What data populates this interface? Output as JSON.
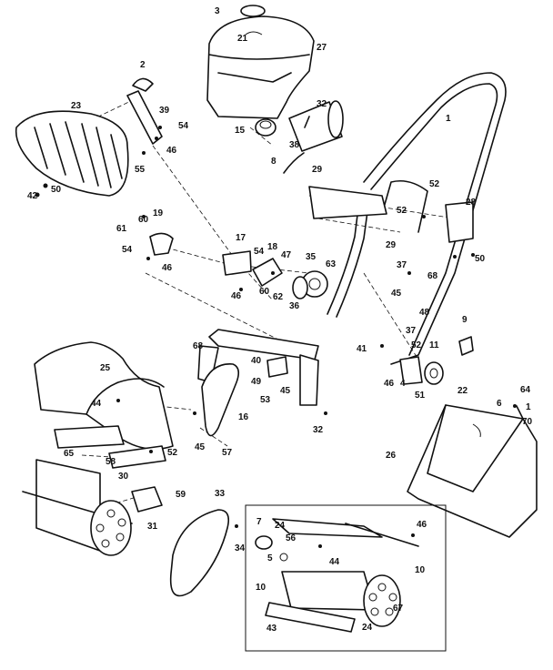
{
  "labels": [
    "3",
    "21",
    "27",
    "2",
    "23",
    "39",
    "54",
    "46",
    "55",
    "42",
    "50",
    "15",
    "32",
    "38",
    "8",
    "1",
    "29",
    "52",
    "28",
    "52",
    "29",
    "37",
    "50",
    "19",
    "60",
    "61",
    "54",
    "46",
    "17",
    "54",
    "18",
    "47",
    "35",
    "63",
    "46",
    "60",
    "62",
    "36",
    "45",
    "48",
    "68",
    "9",
    "41",
    "37",
    "52",
    "11",
    "4",
    "46",
    "51",
    "22",
    "40",
    "49",
    "53",
    "45",
    "32",
    "68",
    "25",
    "44",
    "16",
    "45",
    "57",
    "65",
    "52",
    "58",
    "26",
    "6",
    "64",
    "1",
    "70",
    "30",
    "59",
    "31",
    "33",
    "34",
    "7",
    "24",
    "56",
    "5",
    "44",
    "46",
    "10",
    "10",
    "67",
    "43",
    "24"
  ]
}
